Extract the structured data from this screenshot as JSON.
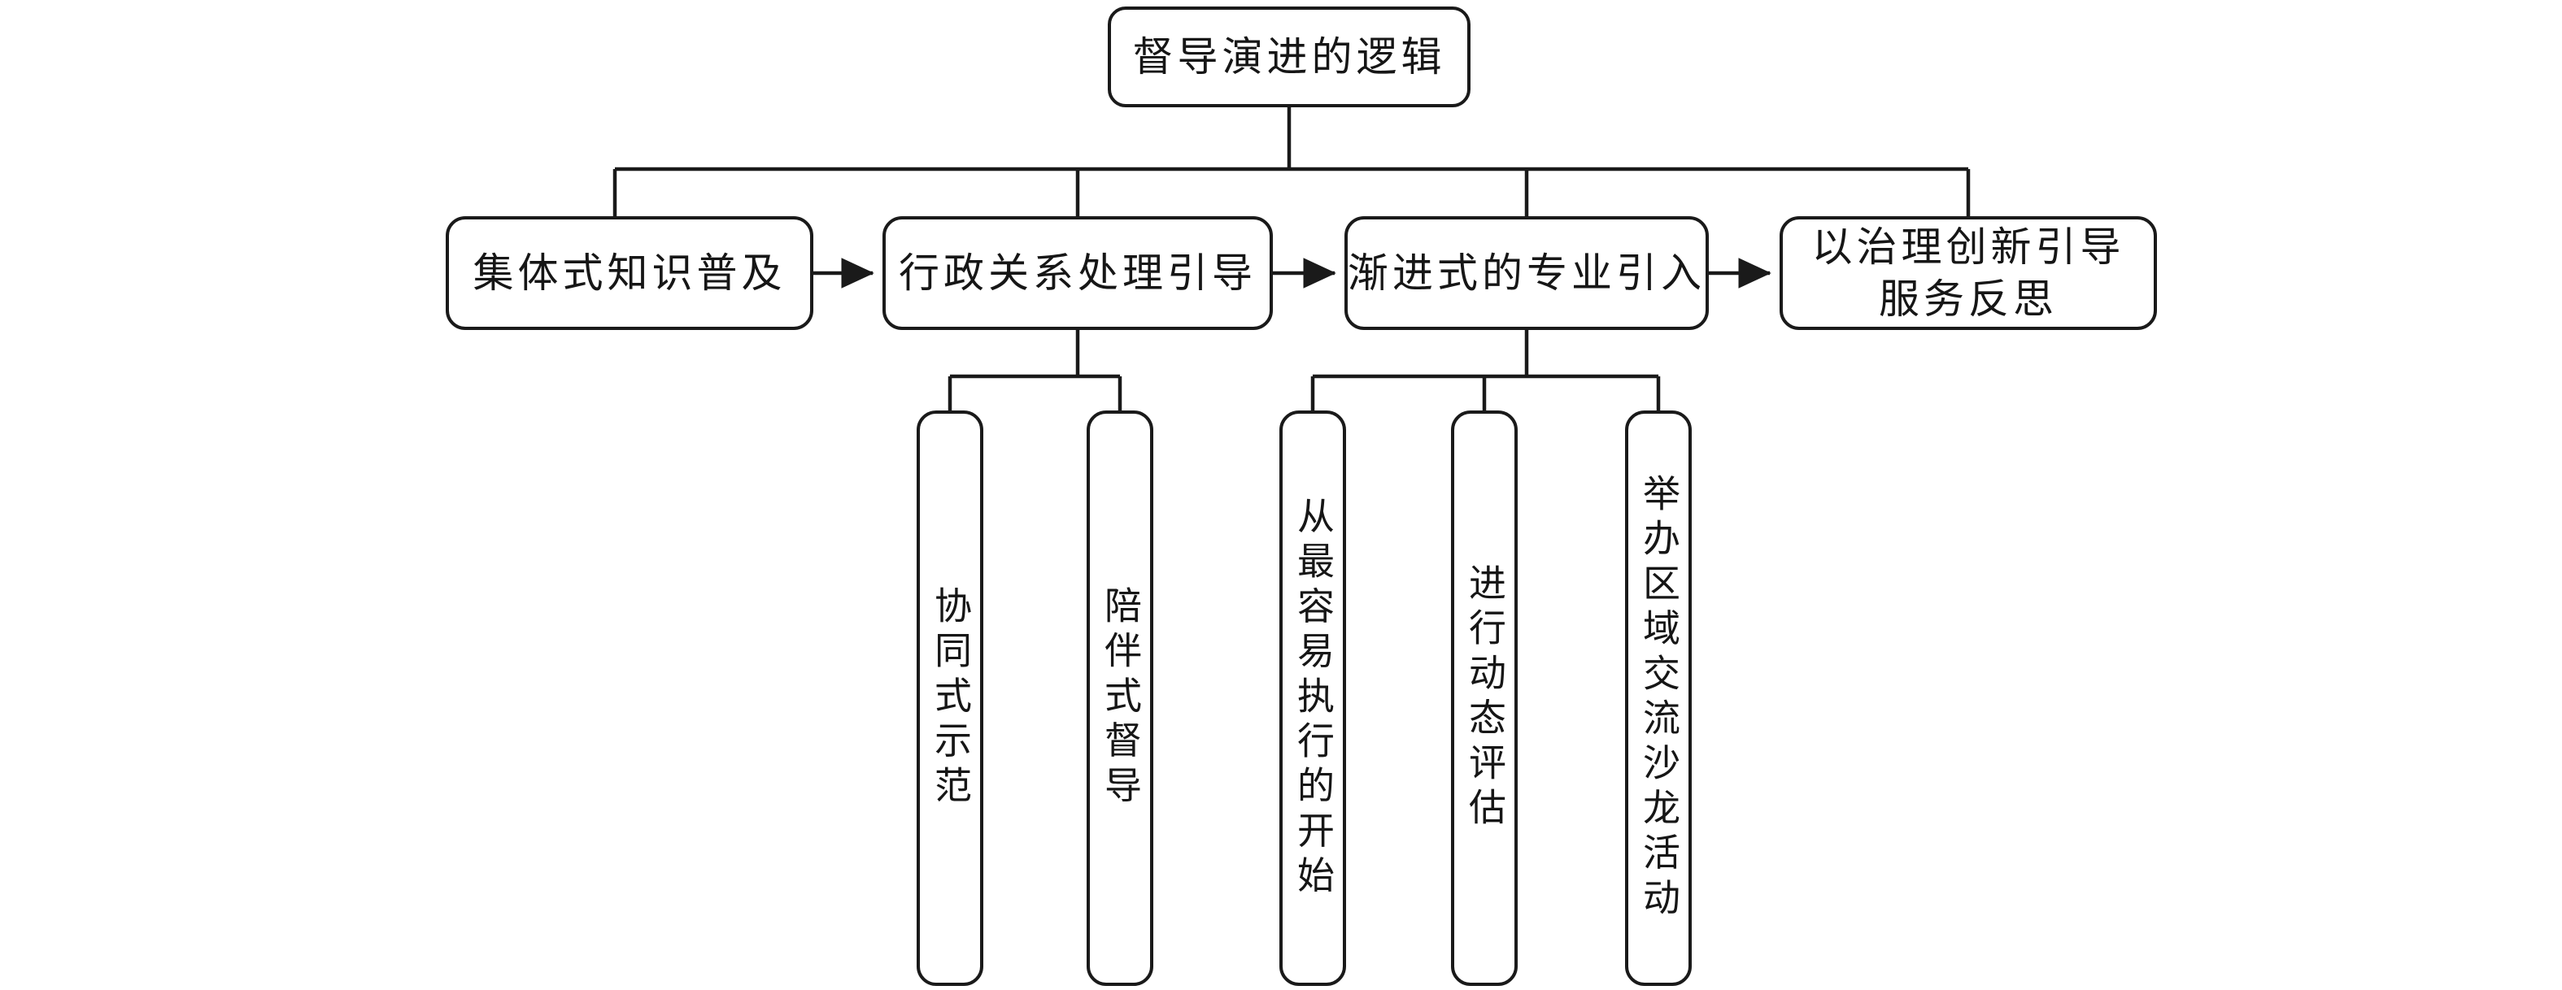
{
  "diagram": {
    "title": "督导演进的逻辑",
    "type": "flowchart",
    "orientation": "top-down",
    "colors": {
      "stroke": "#1a1a1a",
      "fill": "#ffffff",
      "text": "#161616",
      "arrowhead": "#1a1a1a"
    },
    "root": {
      "id": "root",
      "label": "督导演进的逻辑"
    },
    "level1": [
      {
        "id": "l1-0",
        "label": "集体式知识普及"
      },
      {
        "id": "l1-1",
        "label": "行政关系处理引导"
      },
      {
        "id": "l1-2",
        "label": "渐进式的专业引入"
      },
      {
        "id": "l1-3",
        "label": "以治理创新引导\n服务反思"
      }
    ],
    "leaves": [
      {
        "id": "leaf-0",
        "label": "协同式示范",
        "parent": "l1-1"
      },
      {
        "id": "leaf-1",
        "label": "陪伴式督导",
        "parent": "l1-1"
      },
      {
        "id": "leaf-2",
        "label": "从最容易执行的开始",
        "parent": "l1-2"
      },
      {
        "id": "leaf-3",
        "label": "进行动态评估",
        "parent": "l1-2"
      },
      {
        "id": "leaf-4",
        "label": "举办区域交流沙龙活动",
        "parent": "l1-2"
      }
    ],
    "sequence_arrows": [
      {
        "from": "l1-0",
        "to": "l1-1"
      },
      {
        "from": "l1-1",
        "to": "l1-2"
      },
      {
        "from": "l1-2",
        "to": "l1-3"
      }
    ]
  }
}
